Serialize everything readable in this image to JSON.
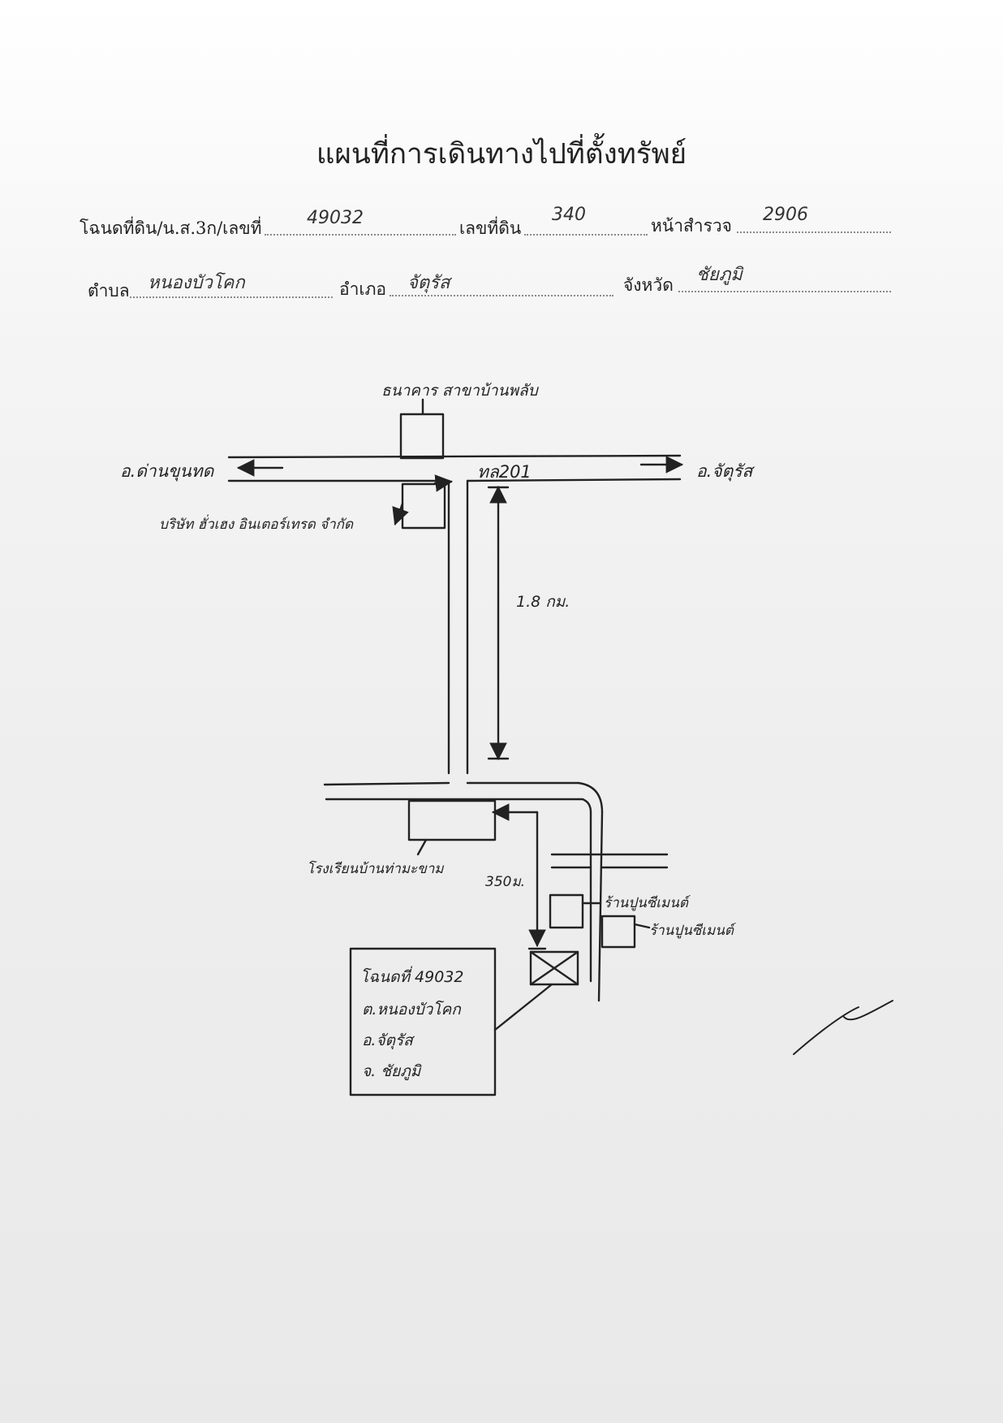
{
  "header": {
    "title": "แผนที่การเดินทางไปที่ตั้งทรัพย์"
  },
  "form": {
    "deed_label": "โฉนดที่ดิน/น.ส.3ก/เลขที่",
    "deed_value": "49032",
    "land_no_label": "เลขที่ดิน",
    "land_no_value": "340",
    "survey_page_label": "หน้าสำรวจ",
    "survey_page_value": "2906",
    "subdistrict_label": "ตำบล",
    "subdistrict_value": "หนองบัวโคก",
    "district_label": "อำเภอ",
    "district_value": "จัตุรัส",
    "province_label": "จังหวัด",
    "province_value": "ชัยภูมิ"
  },
  "map": {
    "bank_label": "ธนาคาร สาขาบ้านพลับ",
    "west_destination": "อ.ด่านขุนทด",
    "highway_label": "ทล201",
    "east_destination": "อ.จัตุรัส",
    "company_label": "บริษัท ฮั่วเฮง อินเตอร์เทรด จำกัด",
    "distance_1": "1.8 กม.",
    "school_label": "โรงเรียนบ้านท่ามะขาม",
    "distance_2": "350ม.",
    "shop_label_1": "ร้านปูนซีเมนต์",
    "shop_label_2": "ร้านปูนซีเมนต์",
    "property_box": {
      "line1": "โฉนดที่ 49032",
      "line2": "ต.หนองบัวโคก",
      "line3": "อ.จัตุรัส",
      "line4": "จ. ชัยภูมิ"
    }
  }
}
